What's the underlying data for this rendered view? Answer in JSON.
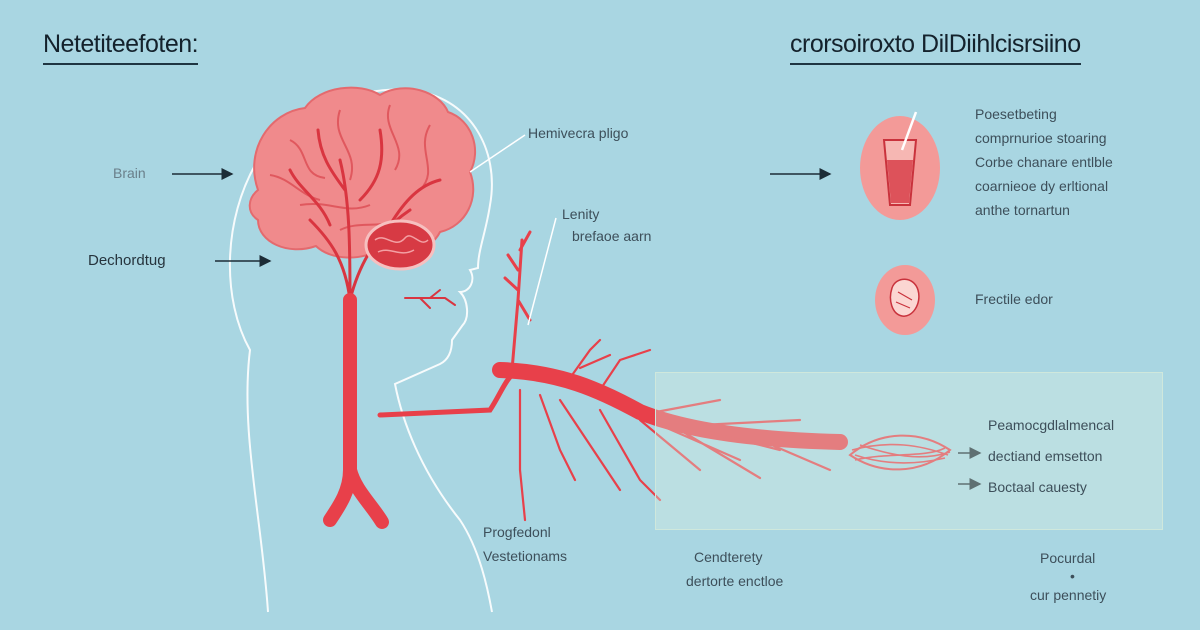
{
  "titles": {
    "left": "Netetiteefoten:",
    "right": "crorsoiroxto DilDiihlcisrsiino"
  },
  "labels": {
    "brain": "Brain",
    "dechordtug": "Dechordtug",
    "hemivecra": "Hemivecra pligo",
    "lenity": "Lenity",
    "breface": "brefaoe aarn",
    "progfedonl": "Progfedonl",
    "vestetion": "Vestetionams",
    "cendterety": "Cendterety",
    "dertorte": "dertorte enctloe",
    "pocurdal": "Pocurdal",
    "dot": "•",
    "curpenetiy": "cur pennetiy"
  },
  "right_top_text": [
    "Poesetbeting",
    "comprnurioe stoaring",
    "Corbe chanare entlble",
    "coarnieoe dy erltional",
    "anthe tornartun"
  ],
  "mid_right_text": "Frectile edor",
  "panel_text": [
    "Peamocgdlalmencal",
    "dectiand emsetton",
    "Boctaal cauesty"
  ],
  "colors": {
    "background": "#a9d6e2",
    "vessel": "#e8404a",
    "brain": "#f08a8c",
    "outline": "#ffffff",
    "circle": "#f39a98"
  },
  "icons": [
    "glass-icon",
    "organ-icon",
    "arrow-icon"
  ]
}
